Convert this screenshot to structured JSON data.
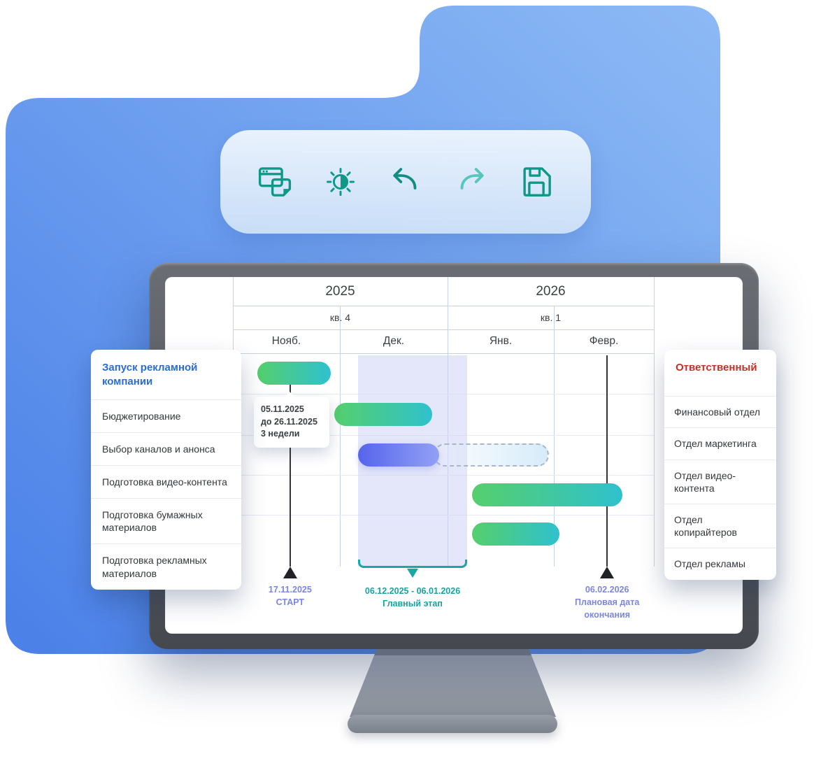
{
  "toolbar": {
    "icons": [
      {
        "name": "windows-icon"
      },
      {
        "name": "brightness-icon"
      },
      {
        "name": "undo-icon"
      },
      {
        "name": "redo-icon"
      },
      {
        "name": "save-icon"
      }
    ]
  },
  "timeline": {
    "years": [
      "2025",
      "2026"
    ],
    "quarters": [
      "кв. 4",
      "кв. 1"
    ],
    "months": [
      "Нояб.",
      "Дек.",
      "Янв.",
      "Февр."
    ]
  },
  "tasks_panel": {
    "title": "Запуск рекламной компании",
    "items": [
      "Бюджетирование",
      "Выбор каналов и анонса",
      "Подготовка видео-контента",
      "Подготовка бумажных материалов",
      "Подготовка рекламных материалов"
    ]
  },
  "owners_panel": {
    "title": "Ответственный",
    "items": [
      "Финансовый отдел",
      "Отдел маркетинга",
      "Отдел видео-контента",
      "Отдел копирайтеров",
      "Отдел рекламы"
    ]
  },
  "tooltip": {
    "lines": [
      "05.11.2025",
      "до 26.11.2025",
      "3 недели"
    ]
  },
  "markers": {
    "start": {
      "date": "17.11.2025",
      "label": "СТАРТ",
      "left": "13.6%"
    },
    "main_stage": {
      "range": "06.12.2025 - 06.01.2026",
      "label": "Главный этап",
      "center": "42.7%"
    },
    "end": {
      "date": "06.02.2026",
      "label": "Плановая дата окончания",
      "left": "88.9%"
    }
  },
  "chart_data": {
    "type": "gantt",
    "title": "Запуск рекламной компании",
    "x_axis": {
      "years": [
        "2025",
        "2026"
      ],
      "quarters": [
        "кв. 4",
        "кв. 1"
      ],
      "months": [
        "Нояб.",
        "Дек.",
        "Янв.",
        "Февр."
      ]
    },
    "bars": [
      {
        "row": 0,
        "task": "Запуск рекламной компании",
        "kind": "green",
        "left": "5.8%",
        "width": "17.4%",
        "start": "05.11.2025",
        "end": "26.11.2025",
        "duration": "3 недели"
      },
      {
        "row": 1,
        "task": "Бюджетирование",
        "kind": "green",
        "left": "24.1%",
        "width": "23.3%"
      },
      {
        "row": 2,
        "task": "Выбор каналов и анонса",
        "kind": "ghost",
        "left": "47.7%",
        "width": "27.4%"
      },
      {
        "row": 2,
        "task": "Выбор каналов и анонса",
        "kind": "blue",
        "left": "29.7%",
        "width": "19.3%"
      },
      {
        "row": 3,
        "task": "Подготовка видео-контента",
        "kind": "green",
        "left": "56.8%",
        "width": "35.7%"
      },
      {
        "row": 4,
        "task": "Подготовка бумажных материалов",
        "kind": "green",
        "left": "56.8%",
        "width": "20.8%"
      }
    ],
    "highlight": {
      "left": "29.7%",
      "width": "25.9%",
      "range": "06.12.2025 - 06.01.2026",
      "label": "Главный этап"
    },
    "milestones": [
      {
        "date": "17.11.2025",
        "label": "СТАРТ",
        "left": "13.6%"
      },
      {
        "date": "06.02.2026",
        "label": "Плановая дата окончания",
        "left": "88.9%"
      }
    ]
  },
  "colors": {
    "background_blue": "#4a83e9",
    "background_blue_light": "#8dbaf5",
    "accent_teal": "#18a7a4",
    "bar_green_start": "#55cf6c",
    "bar_green_end": "#2fc1ce",
    "bar_blue_start": "#5565ec",
    "bar_blue_end": "#93a0f6",
    "marker_text": "#7a85e6",
    "tasks_title": "#2b6cd4",
    "owners_title": "#c23128"
  }
}
